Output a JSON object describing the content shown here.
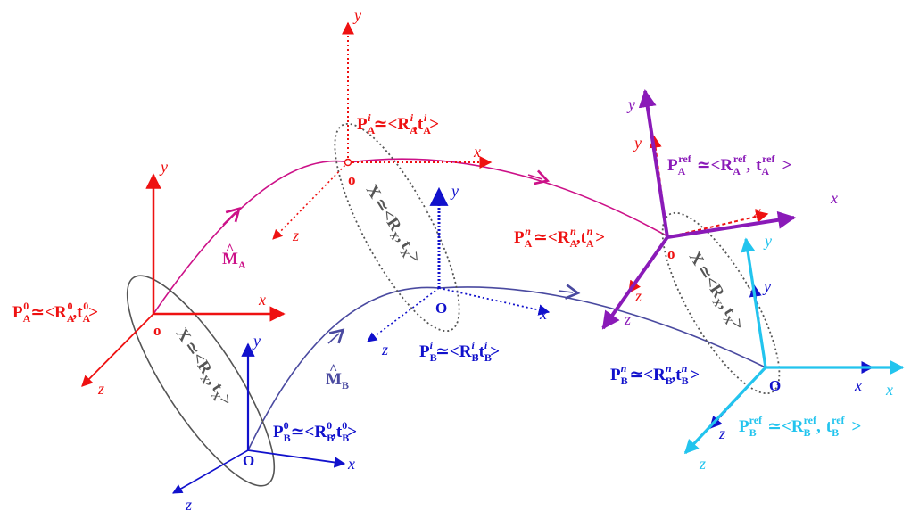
{
  "colors": {
    "red": "#ee1111",
    "blue": "#1111cc",
    "magenta": "#cc1188",
    "navy": "#4a4aa0",
    "purple": "#8a1ab8",
    "cyan": "#22c4ee",
    "gray": "#555555"
  },
  "axes": {
    "x": "x",
    "y": "y",
    "z": "z"
  },
  "origin": "o",
  "origin_upper": "O",
  "sym": {
    "approx": "≃",
    "lt": "<",
    "gt": ">",
    "comma": ",",
    "hat": "^"
  },
  "letters": {
    "P": "P",
    "R": "R",
    "t": "t",
    "M": "M",
    "X": "X"
  },
  "frames": {
    "A0": {
      "sup": "0",
      "sub": "A"
    },
    "Ai": {
      "sup": "i",
      "sub": "A"
    },
    "An": {
      "sup": "n",
      "sub": "A"
    },
    "Aref": {
      "sup": "ref",
      "sub": "A"
    },
    "B0": {
      "sup": "0",
      "sub": "B"
    },
    "Bi": {
      "sup": "i",
      "sub": "B"
    },
    "Bn": {
      "sup": "n",
      "sub": "B"
    },
    "Bref": {
      "sup": "ref",
      "sub": "B"
    }
  },
  "motion": {
    "A": "A",
    "B": "B"
  },
  "transform": {
    "sub_R": "X",
    "sub_t": "X"
  }
}
